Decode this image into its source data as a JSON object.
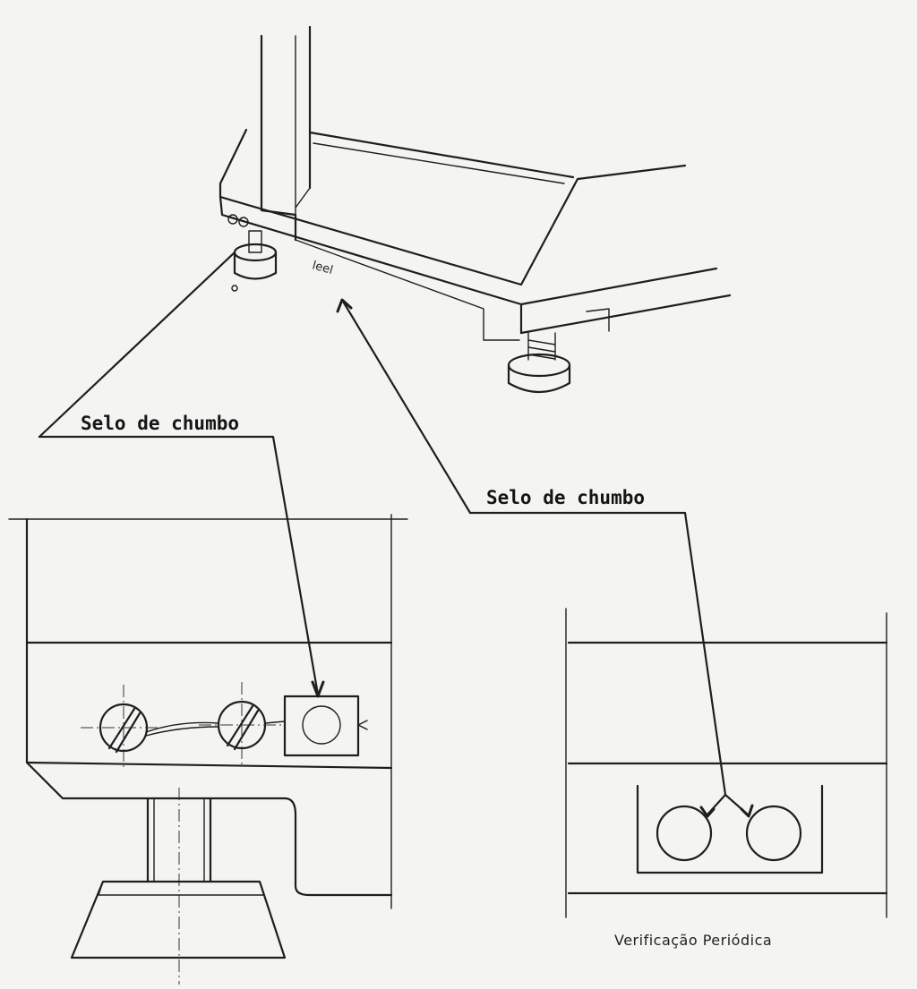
{
  "labels": {
    "seal_left": "Selo de chumbo",
    "seal_right": "Selo de chumbo",
    "periodic_check": "Verificação Periódica"
  },
  "ink_color": "#1e1e1e",
  "paper_color": "#f4f4f2"
}
